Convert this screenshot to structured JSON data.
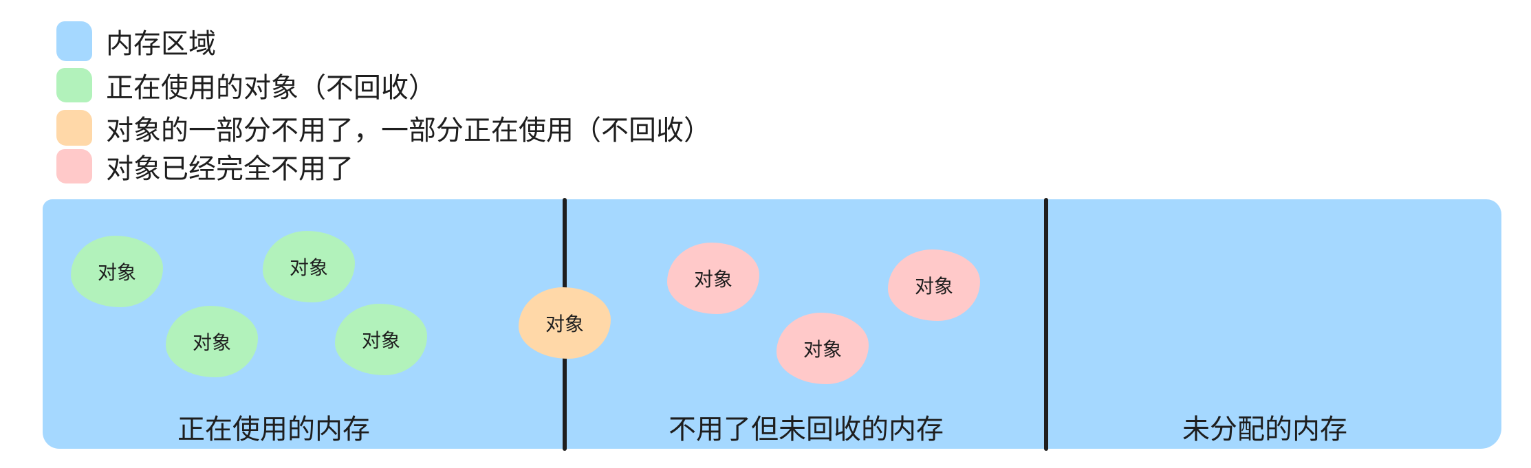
{
  "colors": {
    "memory": "#a5d8ff",
    "in_use": "#b2f2bb",
    "partial": "#ffd8a8",
    "unused": "#ffc9c9",
    "text": "#1e1e1e"
  },
  "legend": [
    {
      "label": "内存区域",
      "color": "#a5d8ff"
    },
    {
      "label": "正在使用的对象（不回收）",
      "color": "#b2f2bb"
    },
    {
      "label": "对象的一部分不用了，一部分正在使用（不回收）",
      "color": "#ffd8a8"
    },
    {
      "label": "对象已经完全不用了",
      "color": "#ffc9c9"
    }
  ],
  "objects": {
    "label": "对象"
  },
  "sections": [
    {
      "label": "正在使用的内存"
    },
    {
      "label": "不用了但未回收的内存"
    },
    {
      "label": "未分配的内存"
    }
  ]
}
